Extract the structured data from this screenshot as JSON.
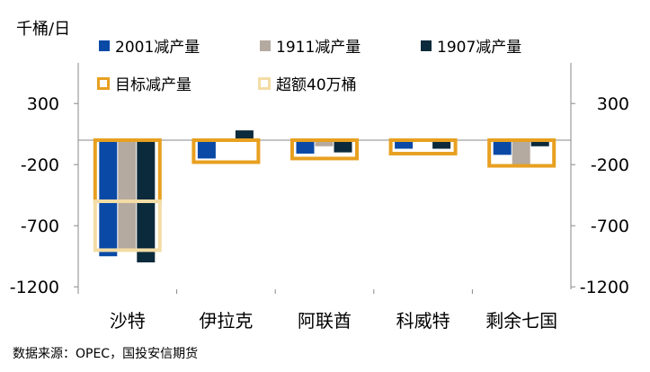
{
  "unit_label": "千桶/日",
  "source_text": "数据来源：OPEC，国投安信期货",
  "colors": {
    "s2001": "#0a4aa6",
    "s1911": "#b5aaa0",
    "s1907": "#0b2a3b",
    "target": "#e8a020",
    "excess": "#f3dca5",
    "axis": "#888888"
  },
  "chart_data": {
    "type": "bar",
    "categories": [
      "沙特",
      "伊拉克",
      "阿联酋",
      "科威特",
      "剩余七国"
    ],
    "series": [
      {
        "name": "2001减产量",
        "values": [
          -950,
          -150,
          -110,
          -70,
          -120
        ]
      },
      {
        "name": "1911减产量",
        "values": [
          -900,
          0,
          -50,
          0,
          -200
        ]
      },
      {
        "name": "1907减产量",
        "values": [
          -1000,
          80,
          -100,
          -70,
          -50
        ]
      }
    ],
    "overlays": [
      {
        "name": "目标减产量",
        "values": [
          -500,
          -180,
          -150,
          -110,
          -210
        ]
      },
      {
        "name": "超额40万桶",
        "values": [
          -400,
          0,
          0,
          0,
          0
        ]
      }
    ],
    "y_ticks": [
      300,
      -200,
      -700,
      -1200
    ],
    "ylim": [
      -1200,
      600
    ],
    "legend": "top"
  }
}
